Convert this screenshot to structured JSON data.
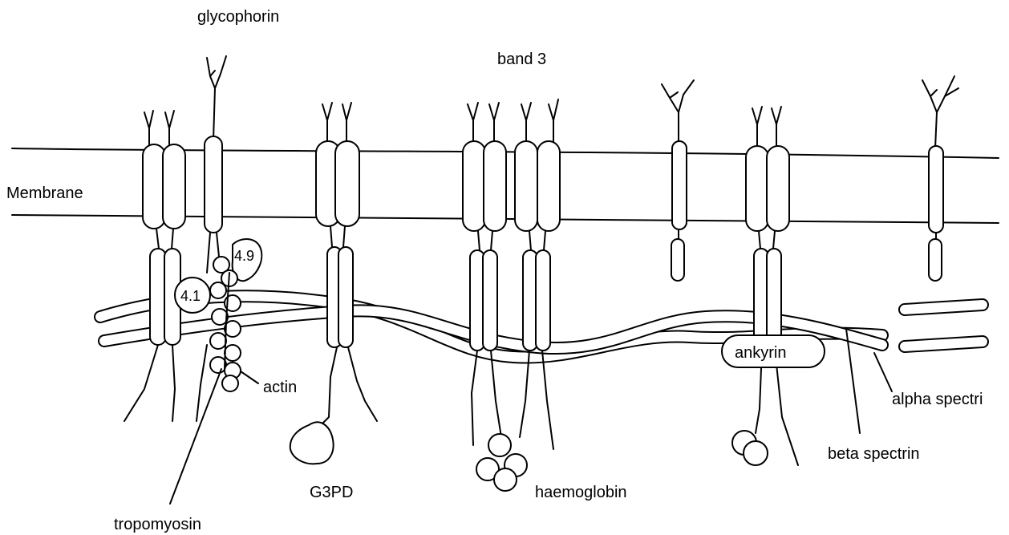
{
  "labels": {
    "glycophorin": "glycophorin",
    "band3": "band 3",
    "membrane": "Membrane",
    "protein_4_1": "4.1",
    "protein_4_9": "4.9",
    "actin": "actin",
    "tropomyosin": "tropomyosin",
    "g3pd": "G3PD",
    "haemoglobin": "haemoglobin",
    "ankyrin": "ankyrin",
    "alpha_spectrin": "alpha spectri",
    "beta_spectrin": "beta spectrin"
  }
}
